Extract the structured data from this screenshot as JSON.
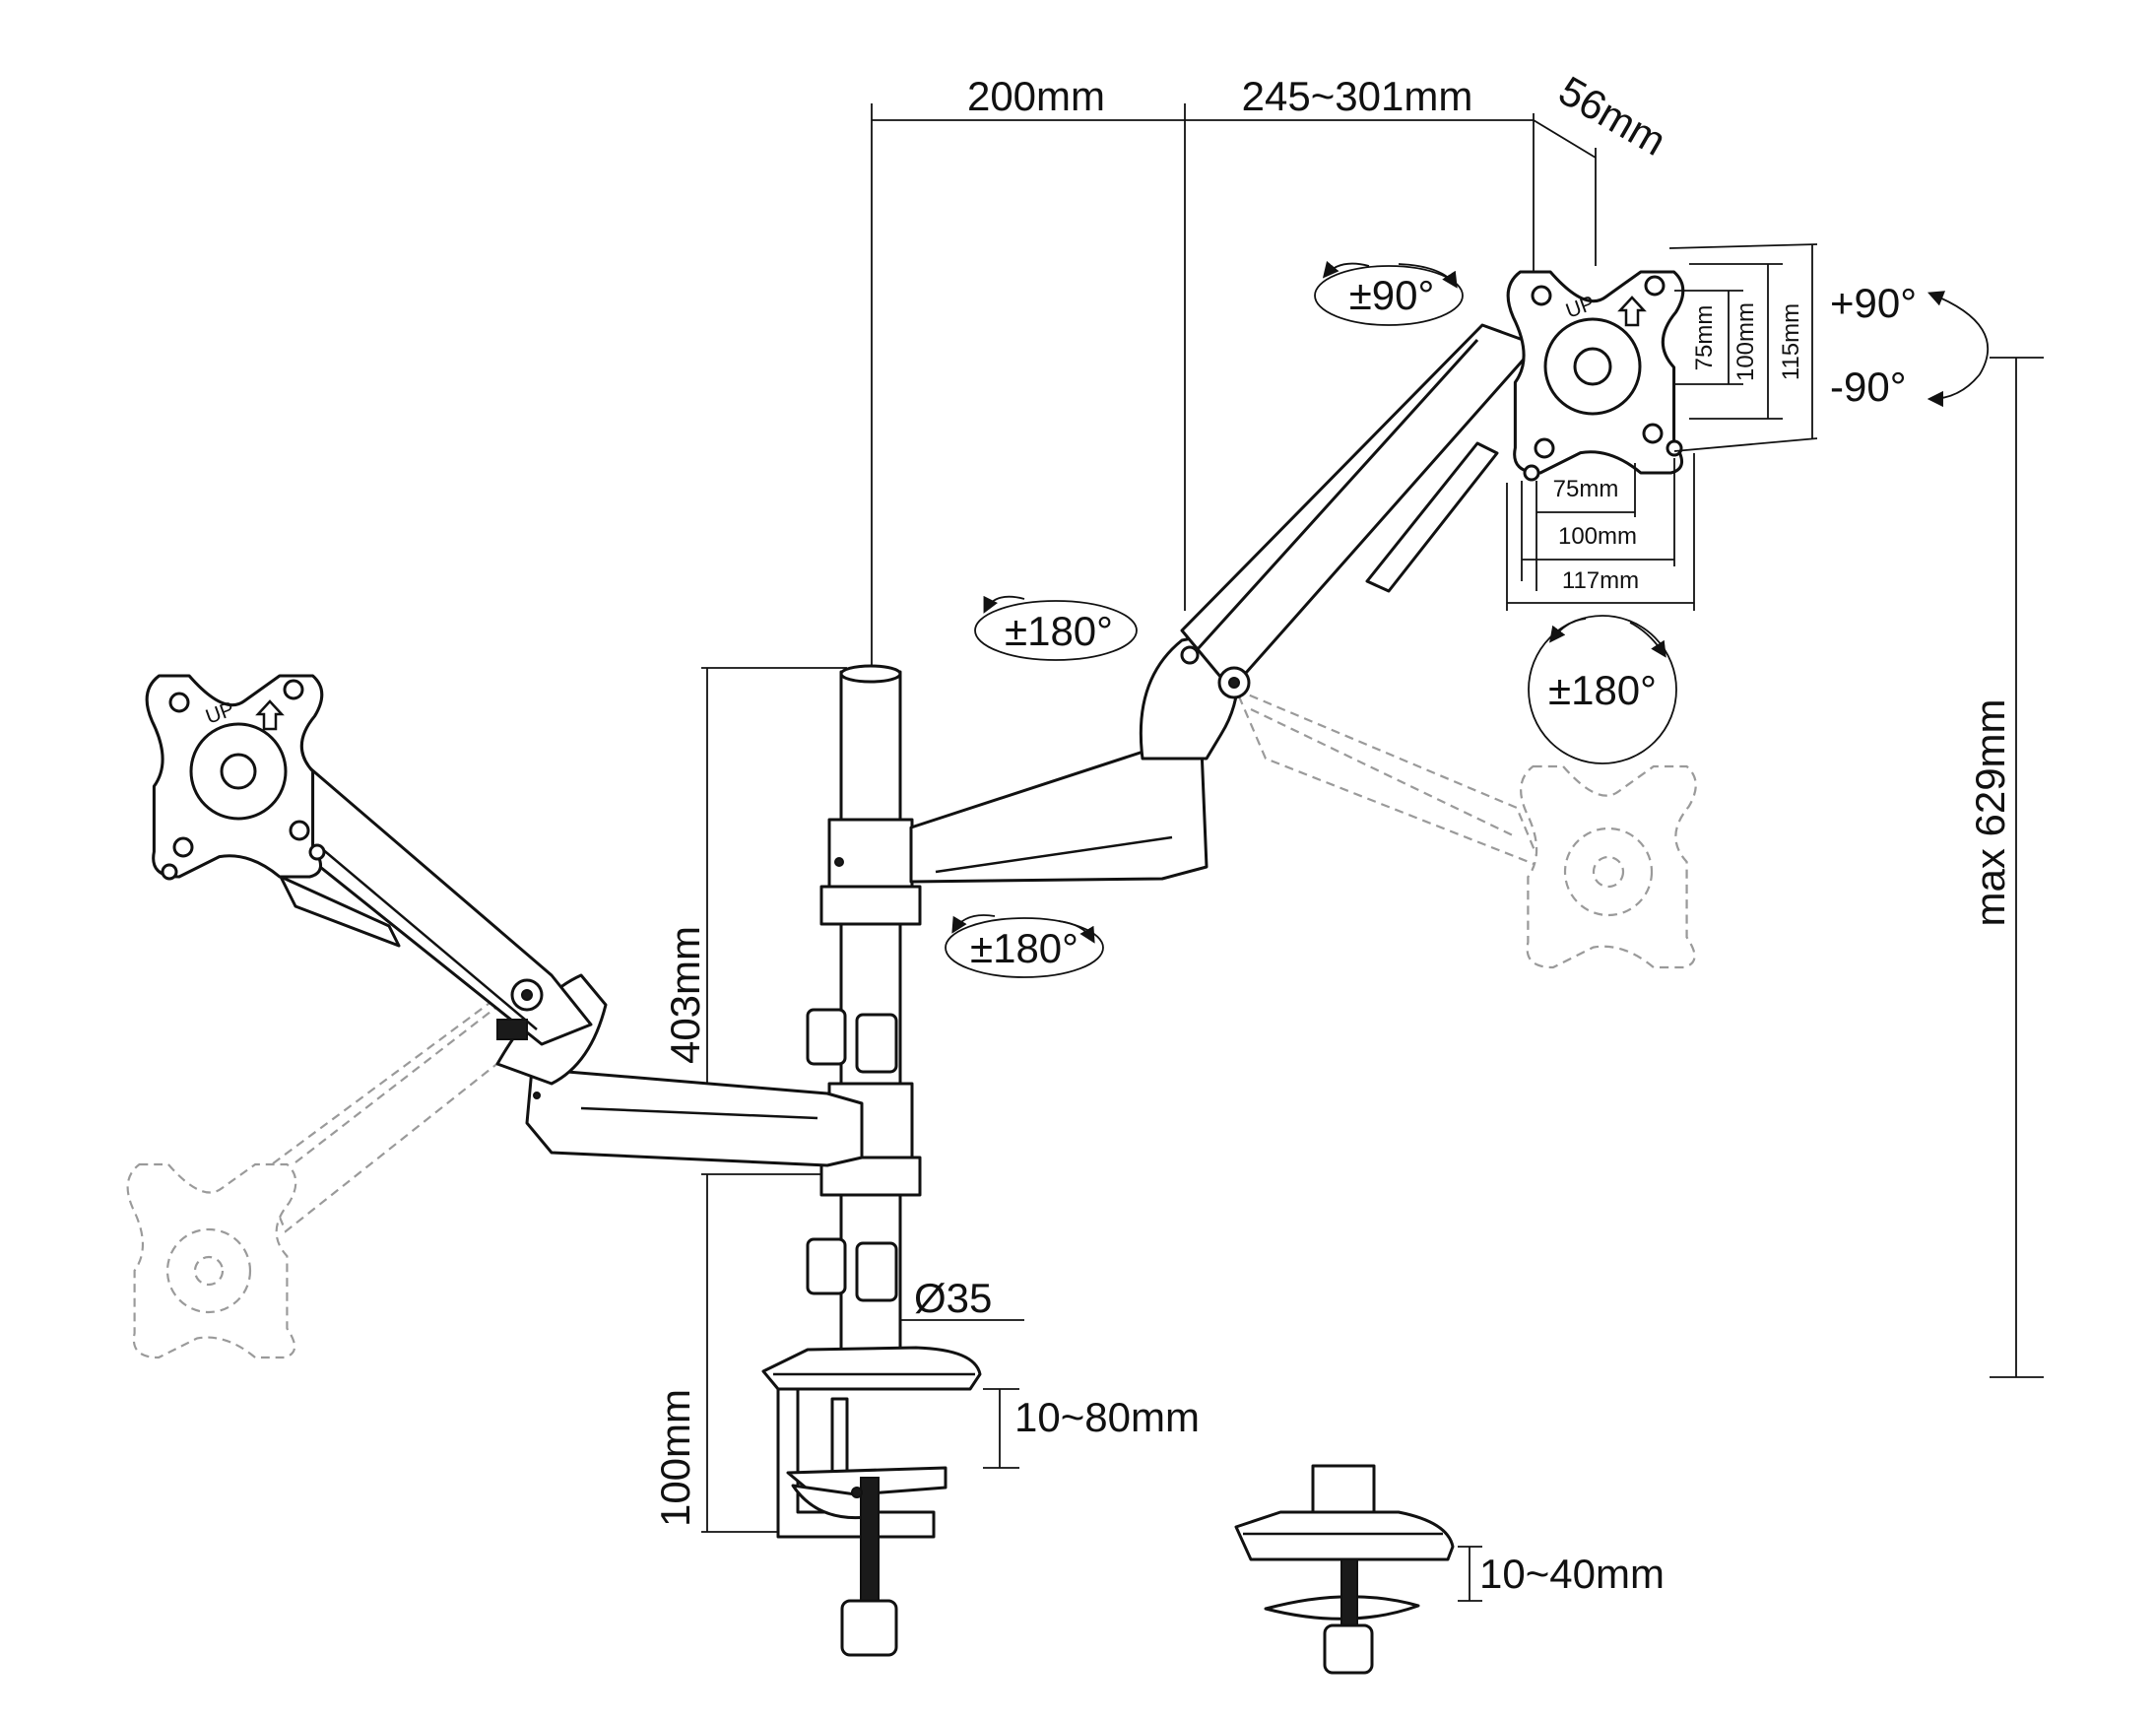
{
  "dimensions": {
    "arm_segment": "200mm",
    "arm_extension": "245~301mm",
    "depth": "56mm",
    "pole_height": "403mm",
    "clamp_height": "100mm",
    "pole_diameter": "Ø35",
    "clamp_range": "10~80mm",
    "grommet_range": "10~40mm",
    "max_height": "max 629mm"
  },
  "vesa": {
    "h_75": "75mm",
    "h_100": "100mm",
    "h_117": "117mm",
    "v_75": "75mm",
    "v_100": "100mm",
    "v_115": "115mm"
  },
  "rotations": {
    "swivel_arm": "±180°",
    "swivel_pole": "±180°",
    "rotation_plate": "±180°",
    "tilt_side": "±90°",
    "tilt_up": "+90°",
    "tilt_down": "-90°"
  },
  "plate_marks": {
    "up_text": "UP"
  },
  "icons": {
    "rotation_arrow": "curved-arrow-icon",
    "up_arrow": "up-arrow-icon"
  }
}
